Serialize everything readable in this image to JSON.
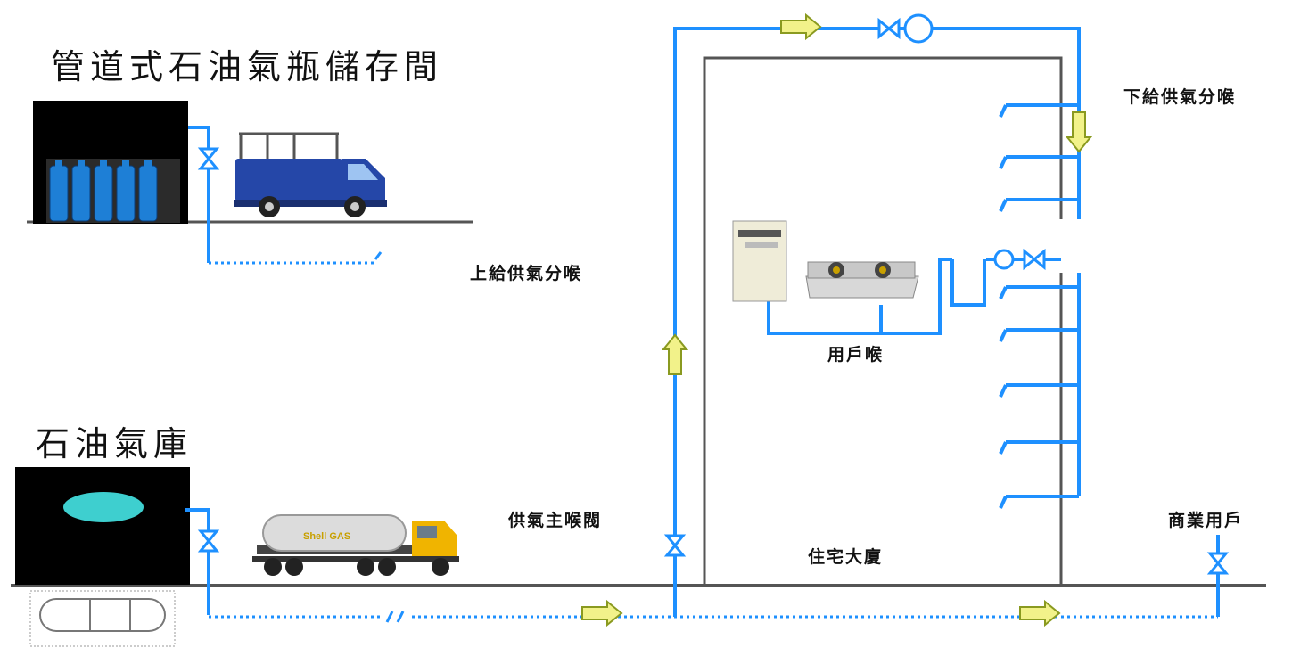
{
  "labels": {
    "cylinder_room": "管道式石油氣瓶儲存間",
    "lpg_depot": "石油氣庫",
    "upfeed_riser": "上給供氣分喉",
    "downfeed_riser": "下給供氣分喉",
    "user_pipe": "用戶喉",
    "main_valve": "供氣主喉閥",
    "residential_building": "住宅大廈",
    "commercial_user": "商業用戶"
  },
  "truck_texts": {
    "tanker": "Shell GAS"
  },
  "colors": {
    "pipe": "#1e90ff",
    "arrow_fill": "#f2f28a",
    "arrow_stroke": "#8a9a20",
    "depot_tank": "#3ecfcf",
    "building_outline": "#555555",
    "ground": "#555555"
  },
  "icons": {
    "valve": "bowtie-valve-icon",
    "meter": "gas-meter-icon",
    "flow_arrow": "block-arrow-icon"
  }
}
